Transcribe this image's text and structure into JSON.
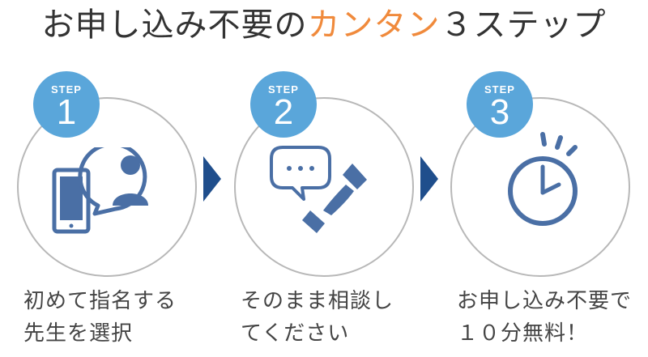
{
  "title": {
    "prefix": "お申し込み不要の",
    "accent": "カンタン",
    "suffix": "３ステップ"
  },
  "colors": {
    "accent": "#F08A3C",
    "badge": "#5AA6DA",
    "icon": "#4A6FA5",
    "arrow": "#1F4E8C",
    "circle_border": "#B8B8B8"
  },
  "steps": [
    {
      "badge_label": "STEP",
      "number": "1",
      "icon": "smartphone-person-icon",
      "lines": [
        "初めて指名する",
        "先生を選択"
      ]
    },
    {
      "badge_label": "STEP",
      "number": "2",
      "icon": "chat-phone-icon",
      "lines": [
        "そのまま相談し",
        "てください"
      ]
    },
    {
      "badge_label": "STEP",
      "number": "3",
      "icon": "stopwatch-icon",
      "lines": [
        "お申し込み不要で",
        "１０分無料！"
      ]
    }
  ]
}
